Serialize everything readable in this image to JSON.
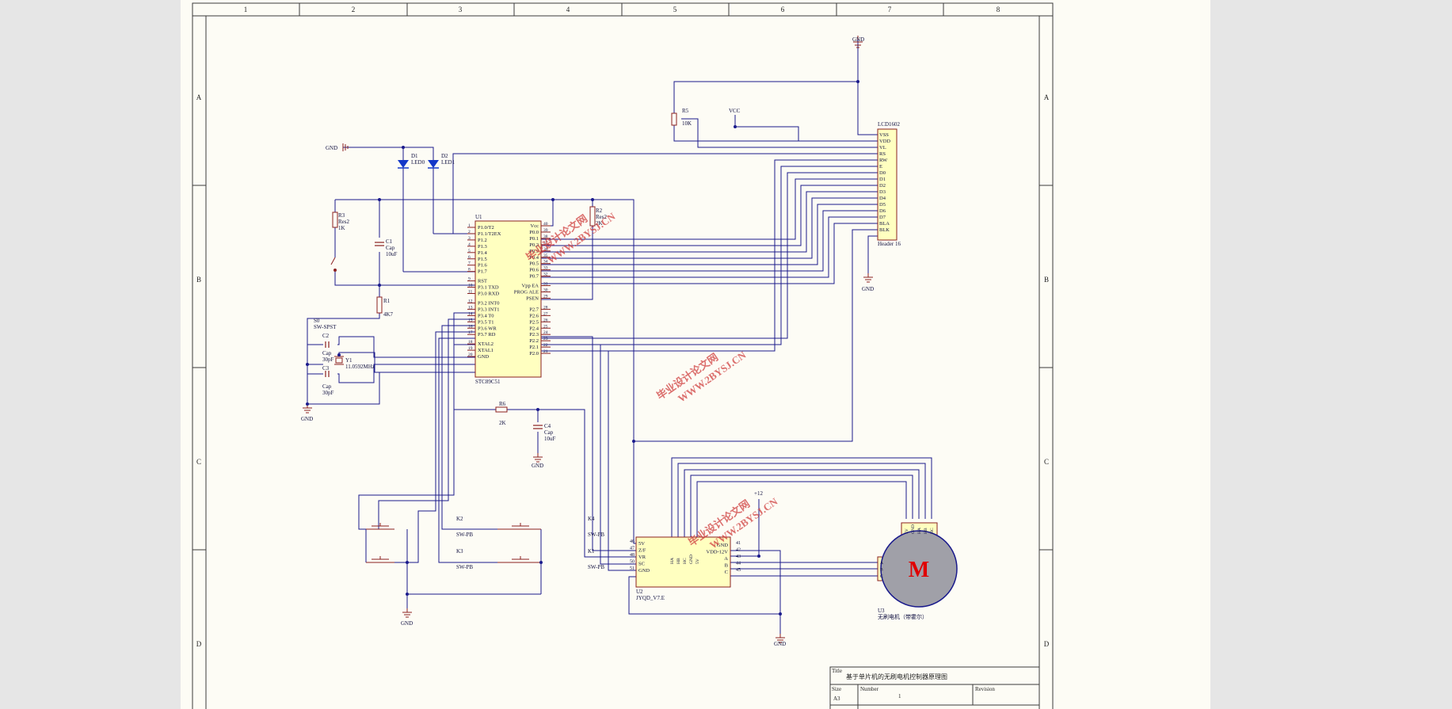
{
  "frame": {
    "columns": [
      "1",
      "2",
      "3",
      "4",
      "5",
      "6",
      "7",
      "8"
    ],
    "rows": [
      "A",
      "B",
      "C",
      "D"
    ]
  },
  "title_block": {
    "title_label": "Title",
    "title": "基于单片机的无刷电机控制器原理图",
    "size_label": "Size",
    "size": "A3",
    "number_label": "Number",
    "number": "1",
    "revision_label": "Revision"
  },
  "watermark": {
    "name": "毕业设计论文网",
    "url": "WWW.2BYSJ.CN"
  },
  "power": {
    "gnd": "GND",
    "vcc": "VCC",
    "plus12": "+12"
  },
  "mcu": {
    "ref": "U1",
    "part": "STC89C51",
    "left_pins": [
      {
        "num": "1",
        "name": "P1.0/T2"
      },
      {
        "num": "2",
        "name": "P1.1/T2EX"
      },
      {
        "num": "3",
        "name": "P1.2"
      },
      {
        "num": "4",
        "name": "P1.3"
      },
      {
        "num": "5",
        "name": "P1.4"
      },
      {
        "num": "6",
        "name": "P1.5"
      },
      {
        "num": "7",
        "name": "P1.6"
      },
      {
        "num": "8",
        "name": "P1.7"
      },
      {
        "num": "9",
        "name": "RST"
      },
      {
        "num": "10",
        "name": "P3.1 TXD"
      },
      {
        "num": "11",
        "name": "P3.0 RXD"
      },
      {
        "num": "12",
        "name": "P3.2 INT0"
      },
      {
        "num": "13",
        "name": "P3.3 INT1"
      },
      {
        "num": "14",
        "name": "P3.4 T0"
      },
      {
        "num": "15",
        "name": "P3.5 T1"
      },
      {
        "num": "16",
        "name": "P3.6 WR"
      },
      {
        "num": "17",
        "name": "P3.7 RD"
      },
      {
        "num": "18",
        "name": "XTAL2"
      },
      {
        "num": "19",
        "name": "XTAL1"
      },
      {
        "num": "20",
        "name": "GND"
      }
    ],
    "right_pins": [
      {
        "num": "40",
        "name": "Vcc"
      },
      {
        "num": "39",
        "name": "P0.0"
      },
      {
        "num": "38",
        "name": "P0.1"
      },
      {
        "num": "37",
        "name": "P0.2"
      },
      {
        "num": "36",
        "name": "P0.3"
      },
      {
        "num": "35",
        "name": "P0.4"
      },
      {
        "num": "34",
        "name": "P0.5"
      },
      {
        "num": "33",
        "name": "P0.6"
      },
      {
        "num": "32",
        "name": "P0.7"
      },
      {
        "num": "31",
        "name": "Vpp EA"
      },
      {
        "num": "30",
        "name": "PROG ALE"
      },
      {
        "num": "29",
        "name": "PSEN"
      },
      {
        "num": "28",
        "name": "P2.7"
      },
      {
        "num": "27",
        "name": "P2.6"
      },
      {
        "num": "26",
        "name": "P2.5"
      },
      {
        "num": "25",
        "name": "P2.4"
      },
      {
        "num": "24",
        "name": "P2.3"
      },
      {
        "num": "23",
        "name": "P2.2"
      },
      {
        "num": "22",
        "name": "P2.1"
      },
      {
        "num": "21",
        "name": "P2.0"
      }
    ]
  },
  "lcd": {
    "ref": "LCD1602",
    "part": "Header 16",
    "pins": [
      "VSS",
      "VDD",
      "VL",
      "RS",
      "RW",
      "E",
      "D0",
      "D1",
      "D2",
      "D3",
      "D4",
      "D5",
      "D6",
      "D7",
      "BLA",
      "BLK"
    ]
  },
  "driver": {
    "ref": "U2",
    "part": "JYQD_V7.E",
    "left_pins": [
      {
        "num": "46",
        "name": "5V"
      },
      {
        "num": "47",
        "name": "Z/F"
      },
      {
        "num": "48",
        "name": "VR"
      },
      {
        "num": "50",
        "name": "SC"
      },
      {
        "num": "51",
        "name": "GND"
      }
    ],
    "right_pins": [
      {
        "num": "41",
        "name": "GND"
      },
      {
        "num": "42",
        "name": "VDD-12V"
      },
      {
        "num": "43",
        "name": "A"
      },
      {
        "num": "44",
        "name": "B"
      },
      {
        "num": "45",
        "name": "C"
      }
    ],
    "top_pins": [
      "HA",
      "HB",
      "HC",
      "GND",
      "5V"
    ]
  },
  "motor": {
    "ref": "U3",
    "symbol": "M",
    "name": "无刷电机（带霍尔）",
    "hall_pins": [
      "5V",
      "GND",
      "HA",
      "HB",
      "HC"
    ],
    "phase_pins": [
      "A",
      "B",
      "C"
    ]
  },
  "components": {
    "d1": {
      "ref": "D1",
      "part": "LED0"
    },
    "d2": {
      "ref": "D2",
      "part": "LED1"
    },
    "r1": {
      "ref": "R1",
      "value": "4K7"
    },
    "r2": {
      "ref": "R2",
      "part": "Res2",
      "value": "2K"
    },
    "r3": {
      "ref": "R3",
      "part": "Res2",
      "value": "1K"
    },
    "r5": {
      "ref": "R5",
      "value": "10K"
    },
    "r6": {
      "ref": "R6",
      "value": "2K"
    },
    "c1": {
      "ref": "C1",
      "part": "Cap",
      "value": "10uF"
    },
    "c2": {
      "ref": "C2",
      "part": "Cap",
      "value": "30pF"
    },
    "c3": {
      "ref": "C3",
      "part": "Cap",
      "value": "30pF"
    },
    "c4": {
      "ref": "C4",
      "part": "Cap",
      "value": "10uF"
    },
    "y1": {
      "ref": "Y1",
      "value": "11.0592MHz"
    },
    "s0": {
      "ref": "S0",
      "part": "SW-SPST"
    },
    "k1": {
      "ref": "K1",
      "part": "SW-PB"
    },
    "k2": {
      "ref": "K2",
      "part": "SW-PB"
    },
    "k3": {
      "ref": "K3",
      "part": "SW-PB"
    },
    "k4": {
      "ref": "K4",
      "part": "SW-PB"
    }
  },
  "colors": {
    "wire": "#1a1a8c",
    "component": "#8b2020",
    "part_body": "#ffffc0",
    "led": "#1438c8",
    "motor": "#a0a0a8",
    "motor_letter": "#e00000",
    "watermark": "#d04040",
    "label": "#101040"
  }
}
